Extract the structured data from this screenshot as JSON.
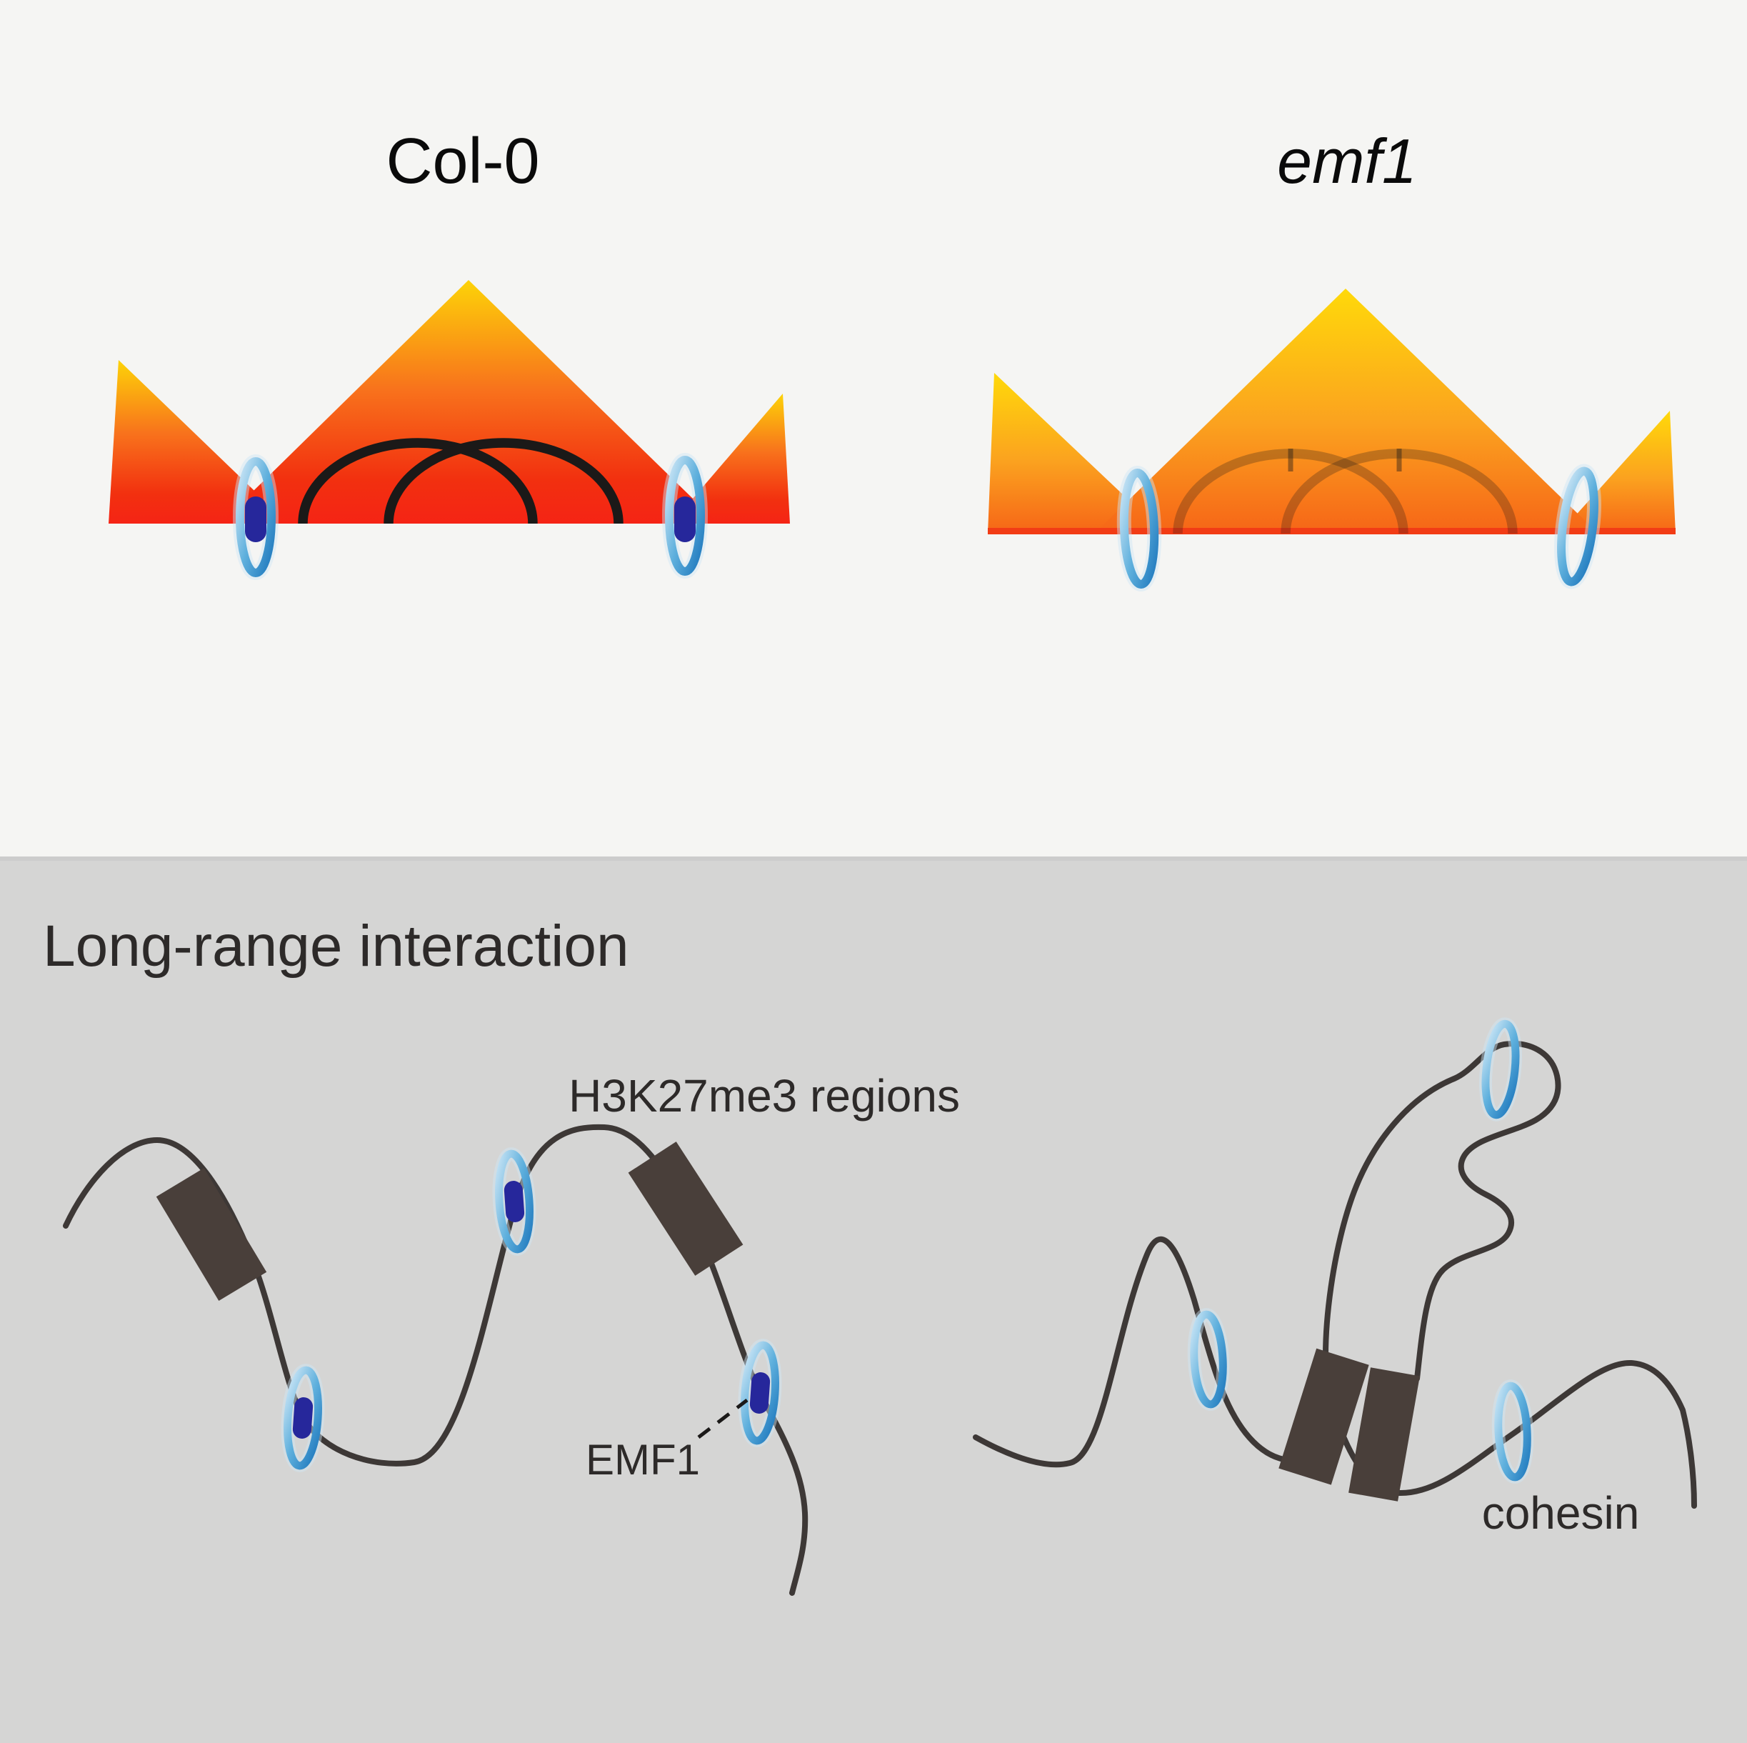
{
  "figure": {
    "top": {
      "col0": {
        "title": "Col-0"
      },
      "emf1": {
        "title": "emf1"
      }
    },
    "bottom": {
      "heading": "Long-range interaction",
      "h3k27me3_label": "H3K27me3 regions",
      "emf1_label": "EMF1",
      "cohesin_label": "cohesin"
    }
  },
  "icons": {
    "cohesin_ring": "open blue ellipse ring",
    "emf1_protein": "navy capsule dot inside ring",
    "h3k27me3_block": "dark rotated rectangle on chromatin"
  },
  "colors": {
    "bg_top": "#f5f5f3",
    "bg_bottom": "#d5d5d4",
    "divider": "#c7c7c6",
    "heat_yellow": "#fdd308",
    "heat_orange": "#f8721c",
    "heat_red": "#f2300f",
    "heat_red_deep": "#f52415",
    "emf_yellow": "#ffd90a",
    "emf_orange": "#fba21f",
    "emf_deep_orange": "#f66517",
    "baseline_red": "#f23c15",
    "loop_black": "#1b1918",
    "ring_light": "#cfe7f6",
    "ring_mid": "#5fb0dd",
    "ring_dark": "#1e78bd",
    "protein_navy": "#26279b",
    "chromatin": "#3d3836",
    "h3k27me3_block": "#493f3a",
    "text": "#2d2a29",
    "title_text": "#0a0a0a"
  }
}
